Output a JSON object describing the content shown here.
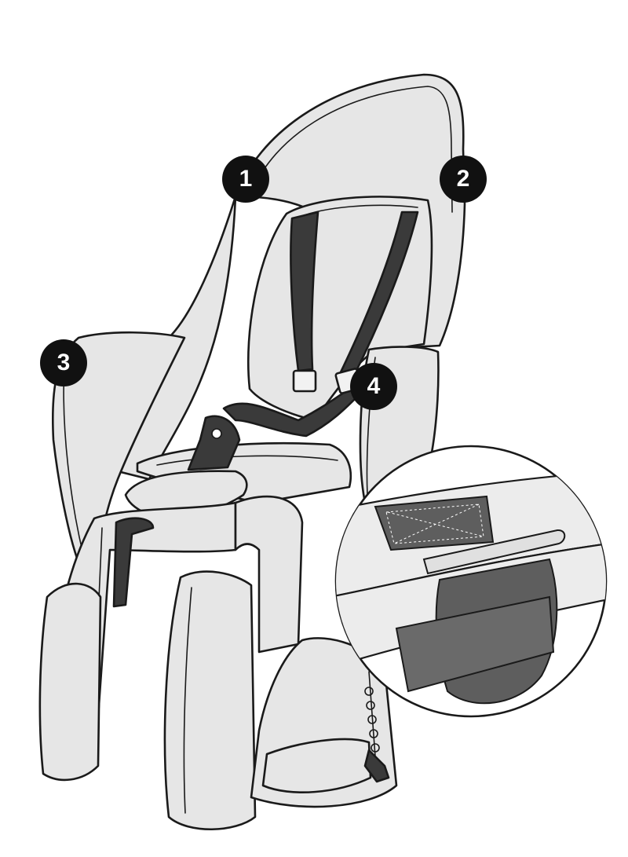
{
  "colors": {
    "background": "#ffffff",
    "shell": "#e6e6e6",
    "shell_shadow": "#d8d8d8",
    "outline": "#1a1a1a",
    "strap": "#3a3a3a",
    "velcro": "#5e5e5e",
    "marker": "#111111",
    "marker_text": "#ffffff"
  },
  "icons": {
    "seat": "child-bike-seat-illustration",
    "detail": "strap-clip-detail-magnifier"
  },
  "callouts": [
    {
      "label": "1"
    },
    {
      "label": "2"
    },
    {
      "label": "3"
    },
    {
      "label": "4"
    }
  ]
}
